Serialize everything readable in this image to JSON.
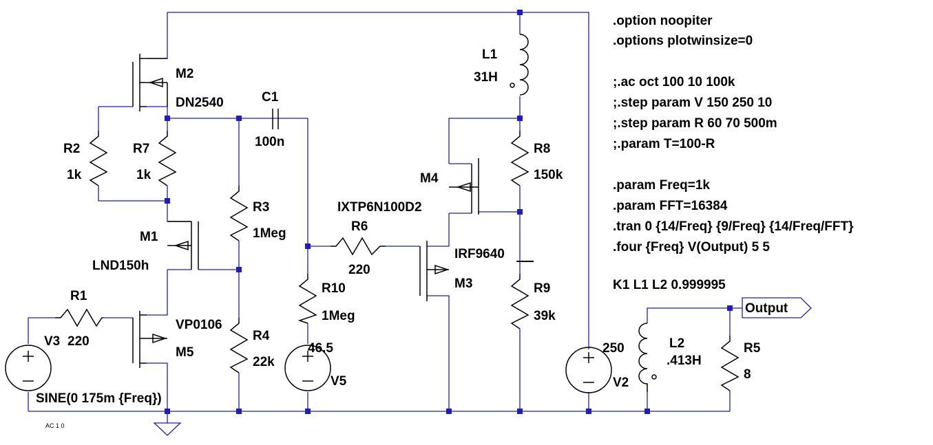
{
  "directives": [
    ".option noopiter",
    ".options plotwinsize=0",
    ";.ac oct 100 10 100k",
    ";.step param V 150 250 10",
    ";.step param R 60 70 500m",
    ";.param T=100-R",
    ".param Freq=1k",
    ".param FFT=16384",
    ".tran 0 {14/Freq} {9/Freq} {14/Freq/FFT}",
    ".four {Freq} V(Output) 5 5",
    "K1 L1 L2 0.999995"
  ],
  "components": {
    "M2": {
      "name": "M2",
      "model": "DN2540"
    },
    "M1": {
      "name": "M1",
      "model": "LND150h"
    },
    "M5": {
      "name": "M5",
      "model": "VP0106"
    },
    "M4": {
      "name": "M4",
      "model": "IXTP6N100D2"
    },
    "M3": {
      "name": "M3",
      "model": "IRF9640"
    },
    "R1": {
      "name": "R1",
      "value": "220"
    },
    "R2": {
      "name": "R2",
      "value": "1k"
    },
    "R7": {
      "name": "R7",
      "value": "1k"
    },
    "R3": {
      "name": "R3",
      "value": "1Meg"
    },
    "R4": {
      "name": "R4",
      "value": "22k"
    },
    "R6": {
      "name": "R6",
      "value": "220"
    },
    "R10": {
      "name": "R10",
      "value": "1Meg"
    },
    "R8": {
      "name": "R8",
      "value": "150k"
    },
    "R9": {
      "name": "R9",
      "value": "39k"
    },
    "R5": {
      "name": "R5",
      "value": "8"
    },
    "C1": {
      "name": "C1",
      "value": "100n"
    },
    "L1": {
      "name": "L1",
      "value": "31H"
    },
    "L2": {
      "name": "L2",
      "value": ".413H"
    },
    "V3": {
      "name": "V3",
      "value": "SINE(0 175m {Freq})",
      "ac": "AC 1 0"
    },
    "V5": {
      "name": "V5",
      "value": "46.5"
    },
    "V2": {
      "name": "V2",
      "value": "250"
    }
  },
  "net_labels": {
    "output": "Output"
  },
  "colors": {
    "wire": "#1c1cc8",
    "component": "#000000",
    "background": "#ffffff"
  }
}
